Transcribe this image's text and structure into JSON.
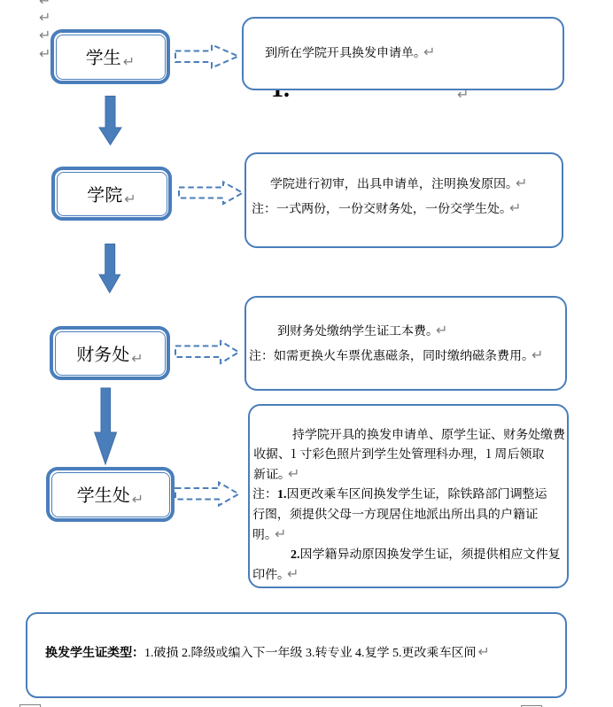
{
  "document": {
    "language": "zh-CN",
    "type": "flowchart",
    "title_hint": "学生证换发流程"
  },
  "colors": {
    "shape_blue": "#4a7ebb",
    "arrow_fill": "#4a7ebb",
    "text_black": "#000000",
    "mark_gray": "#808080",
    "background": "#ffffff"
  },
  "marks": {
    "return": "↵",
    "margin_returns": [
      "↵",
      "↵",
      "↵",
      "↵"
    ]
  },
  "flow": {
    "steps": [
      {
        "label": "学生",
        "note_lines": [
          {
            "runs": [
              {
                "t": "到所在学院开具换发申请单。"
              }
            ]
          }
        ]
      },
      {
        "label": "学院",
        "note_lines": [
          {
            "runs": [
              {
                "t": "学院进行初审，出具申请单，注明换发原因。"
              }
            ]
          },
          {
            "runs": [
              {
                "t": "注：一式两份，一份交财务处，一份交学生处。"
              }
            ]
          }
        ]
      },
      {
        "label": "财务处",
        "note_lines": [
          {
            "runs": [
              {
                "t": "到财务处缴纳学生证工本费。"
              }
            ]
          },
          {
            "runs": [
              {
                "t": "注：如需更换火车票优惠磁条，同时缴纳磁条费用。"
              }
            ]
          }
        ]
      },
      {
        "label": "学生处",
        "note_lines": [
          {
            "runs": [
              {
                "t": "持学院开具的换发申请单、原学生证、财务处缴费"
              }
            ]
          },
          {
            "runs": [
              {
                "t": "收据、1 寸彩色照片到学生处管理科办理，1 周后领取"
              }
            ]
          },
          {
            "runs": [
              {
                "t": "新证。"
              }
            ]
          },
          {
            "runs": [
              {
                "t": "注："
              },
              {
                "t": "1.",
                "b": true
              },
              {
                "t": "因更改乘车区间换发学生证，除铁路部门调整运"
              }
            ]
          },
          {
            "runs": [
              {
                "t": "行图，须提供父母一方现居住地派出所出具的户籍证"
              }
            ]
          },
          {
            "runs": [
              {
                "t": "明。"
              }
            ]
          },
          {
            "runs": [
              {
                "t": "2.",
                "b": true
              },
              {
                "t": "因学籍异动原因换发学生证，须提供相应文件复"
              }
            ]
          },
          {
            "runs": [
              {
                "t": "印件。"
              }
            ]
          }
        ]
      }
    ],
    "hidden_fragment": "1.",
    "footer": {
      "bold": "换发学生证类型：",
      "text": "1.破损 2.降级或编入下一年级 3.转专业 4.复学 5.更改乘车区间"
    }
  }
}
